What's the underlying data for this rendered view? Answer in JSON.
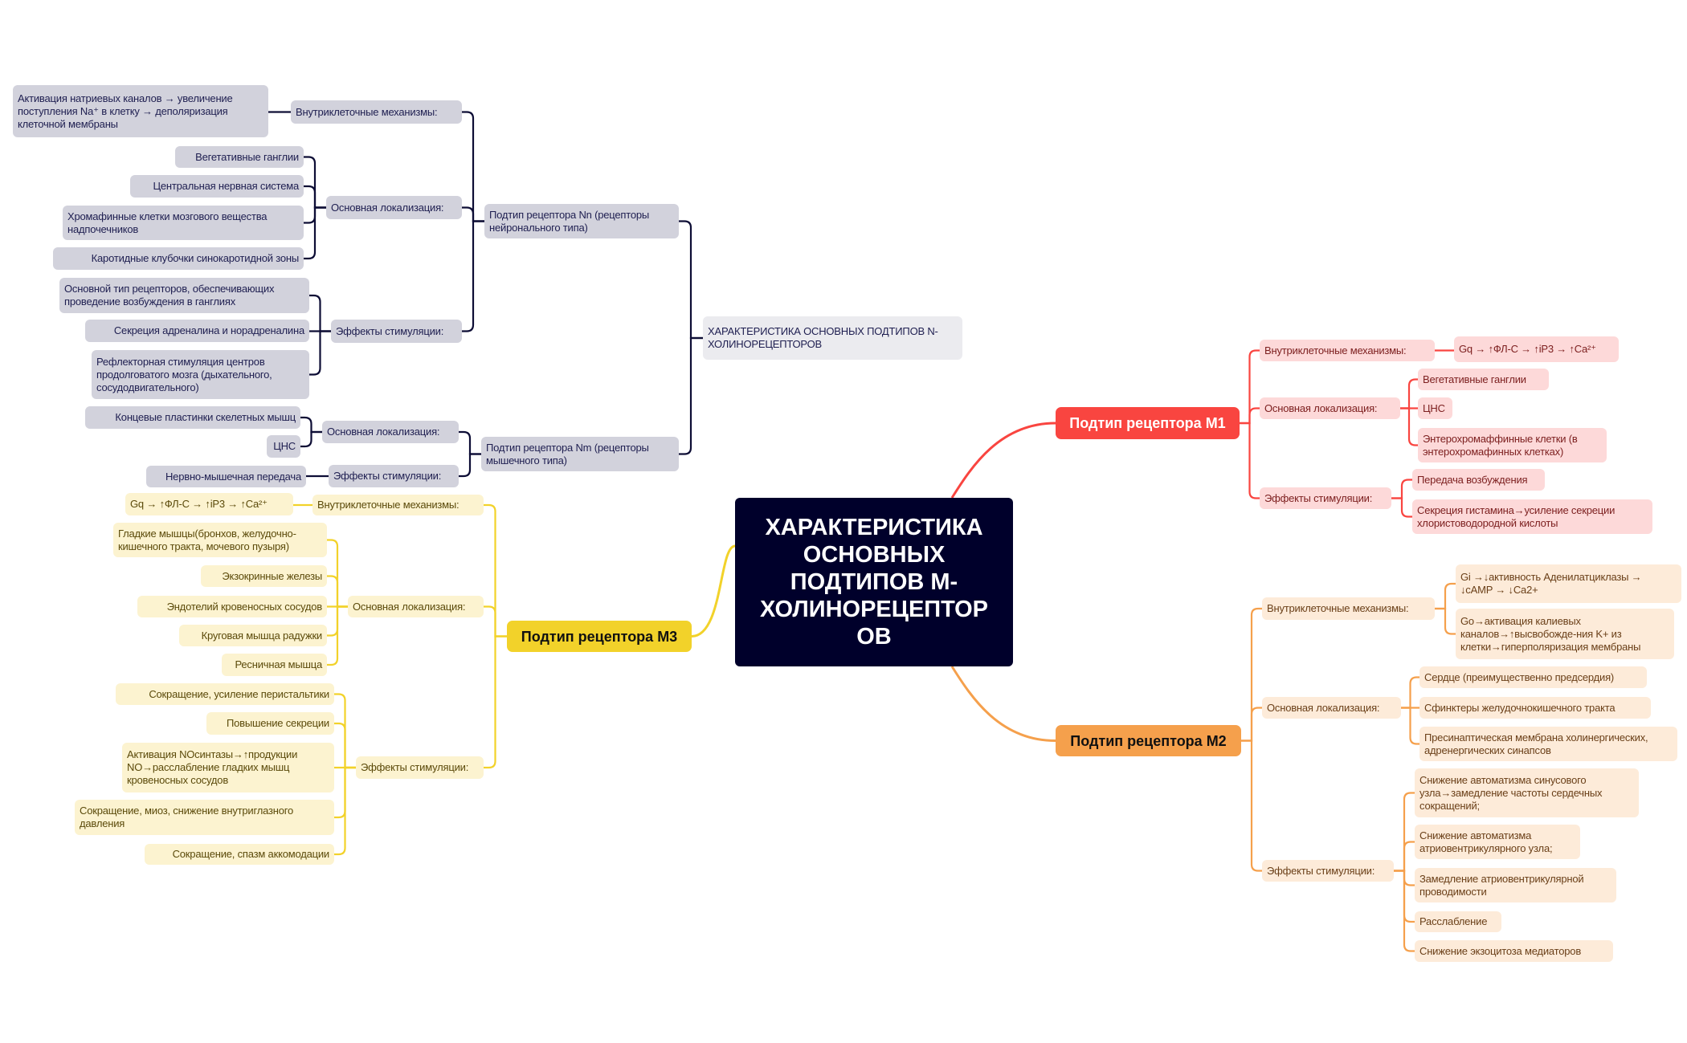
{
  "central": {
    "title": "ХАРАКТЕРИСТИКА ОСНОВНЫХ ПОДТИПОВ М-ХОЛИНОРЕЦЕПТОР ОВ"
  },
  "colors": {
    "central": "#00002b",
    "n_branch": "#0d0d35",
    "m1": "#f94540",
    "m2": "#f5a04c",
    "m3": "#f2d22a"
  },
  "n_receptors": {
    "title": "ХАРАКТЕРИСТИКА ОСНОВНЫХ ПОДТИПОВ N-ХОЛИНОРЕЦЕПТОРОВ",
    "nn": {
      "label": "Подтип рецептора Nn (рецепторы нейронального типа)",
      "mechanisms": {
        "label": "Внутриклеточные механизмы:",
        "items": [
          "Активация натриевых каналов → увеличение поступления Na⁺ в клетку → деполяризация клеточной мембраны"
        ]
      },
      "localization": {
        "label": "Основная локализация:",
        "items": [
          "Вегетативные ганглии",
          "Центральная нервная система",
          "Хромафинные клетки мозгового вещества надпочечников",
          "Каротидные клубочки синокаротидной зоны"
        ]
      },
      "effects": {
        "label": "Эффекты стимуляции:",
        "items": [
          "Основной тип рецепторов, обеспечивающих проведение возбуждения в ганглиях",
          "Секреция адреналина и норадреналина",
          "Рефлекторная стимуляция центров продолговатого мозга (дыхательного, сосудодвигательного)"
        ]
      }
    },
    "nm": {
      "label": "Подтип рецептора Nm (рецепторы мышечного типа)",
      "localization": {
        "label": "Основная локализация:",
        "items": [
          "Концевые пластинки скелетных мышц",
          "ЦНС"
        ]
      },
      "effects": {
        "label": "Эффекты стимуляции:",
        "items": [
          "Нервно-мышечная передача"
        ]
      }
    }
  },
  "m3": {
    "label": "Подтип рецептора М3",
    "mechanisms": {
      "label": "Внутриклеточные механизмы:",
      "items": [
        "Gq → ↑ФЛ-С → ↑iP3 → ↑Ca²⁺"
      ]
    },
    "localization": {
      "label": "Основная локализация:",
      "items": [
        "Гладкие мышцы(бронхов, желудочно-кишечного тракта, мочевого пузыря)",
        "Экзокринные железы",
        "Эндотелий кровеносных сосудов",
        "Круговая мышца радужки",
        "Ресничная мышца"
      ]
    },
    "effects": {
      "label": "Эффекты стимуляции:",
      "items": [
        "Сокращение, усиление перистальтики",
        "Повышение секреции",
        "Активация NOсинтазы→↑продукции NO→расслабление гладких мышц кровеносных сосудов",
        "Сокращение, миоз, снижение внутриглазного давления",
        "Сокращение, спазм аккомодации"
      ]
    }
  },
  "m1": {
    "label": "Подтип рецептора М1",
    "mechanisms": {
      "label": "Внутриклеточные механизмы:",
      "items": [
        "Gq → ↑ФЛ-С → ↑iP3 → ↑Ca²⁺"
      ]
    },
    "localization": {
      "label": "Основная локализация:",
      "items": [
        "Вегетативные ганглии",
        "ЦНС",
        "Энтерохромаффинные клетки (в энтерохромафинных клетках)"
      ]
    },
    "effects": {
      "label": "Эффекты стимуляции:",
      "items": [
        "Передача возбуждения",
        "Секреция гистамина→усиление секреции хлористоводородной кислоты"
      ]
    }
  },
  "m2": {
    "label": "Подтип рецептора М2",
    "mechanisms": {
      "label": "Внутриклеточные механизмы:",
      "items": [
        "Gi →↓активность Аденилатциклазы → ↓cAMP → ↓Ca2+",
        "Go→активация калиевых каналов→↑высвобожде-ния K+ из клетки→гиперполяризация мембраны"
      ]
    },
    "localization": {
      "label": "Основная локализация:",
      "items": [
        "Сердце (преимущественно предсердия)",
        "Сфинктеры желудочнокишечного тракта",
        "Пресинаптическая мембрана холинергических, адренергических синапсов"
      ]
    },
    "effects": {
      "label": "Эффекты стимуляции:",
      "items": [
        "Снижение автоматизма синусового узла→замедление частоты сердечных сокращений;",
        "Снижение автоматизма атриовентрикулярного узла;",
        "Замедление атриовентрикулярной проводимости",
        "Расслабление",
        "Снижение экзоцитоза медиаторов"
      ]
    }
  }
}
